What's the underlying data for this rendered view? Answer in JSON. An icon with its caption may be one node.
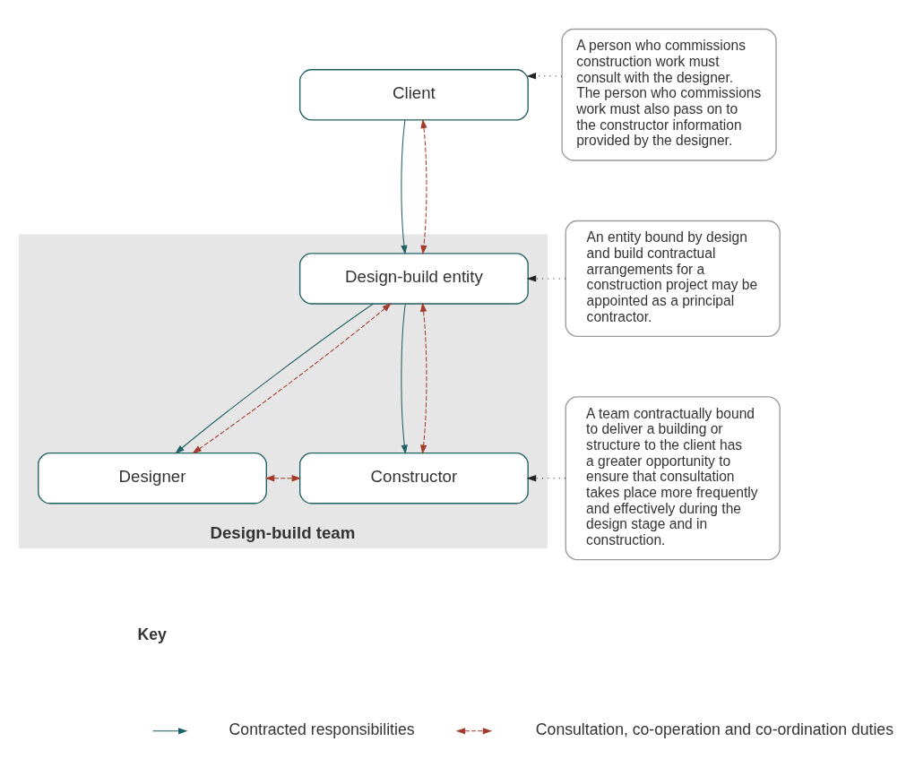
{
  "diagram": {
    "nodes": [
      {
        "text": [
          "Client"
        ]
      },
      {
        "text": [
          "Design-build team"
        ]
      },
      {
        "text": [
          "Design-build entity"
        ],
        "in": 1
      },
      {
        "text": [
          "Designer"
        ],
        "in": 1
      },
      {
        "text": [
          "Constructor"
        ],
        "in": 1
      },
      {
        "text": [
          "A person who commissions construction work must consult with the designer. The person who commissions work must also pass on to the constructor information provided by the designer."
        ]
      },
      {
        "text": [
          "An entity bound by design and build contractual arrangements for a construction project may be appointed as a principal contractor."
        ]
      },
      {
        "text": [
          "A team contractually bound to deliver a building or structure to the client has a greater opportunity to ensure that consultation takes place more frequently and effectively during the design stage and in construction."
        ]
      }
    ],
    "edges": [
      {
        "from": 0,
        "to": 2,
        "arrow": "to",
        "color": "#1f5f63"
      },
      {
        "from": 0,
        "to": 2,
        "arrow": "both",
        "style": "dashed",
        "color": "#a23b2c"
      },
      {
        "from": 2,
        "to": 3,
        "arrow": "to",
        "color": "#1f5f63"
      },
      {
        "from": 2,
        "to": 3,
        "arrow": "both",
        "style": "dashed",
        "color": "#a23b2c"
      },
      {
        "from": 2,
        "to": 4,
        "arrow": "to",
        "color": "#1f5f63"
      },
      {
        "from": 2,
        "to": 4,
        "arrow": "both",
        "style": "dashed",
        "color": "#a23b2c"
      },
      {
        "from": 3,
        "to": 4,
        "arrow": "both",
        "style": "dashed",
        "color": "#a23b2c"
      },
      {
        "from": 5,
        "to": 0,
        "arrow": "to",
        "style": "dashed",
        "color": "#222222"
      },
      {
        "from": 6,
        "to": 2,
        "arrow": "to",
        "style": "dashed",
        "color": "#222222"
      },
      {
        "from": 7,
        "to": 4,
        "arrow": "to",
        "style": "dashed",
        "color": "#222222"
      }
    ],
    "labels": [
      "Key"
    ],
    "legend": [
      {
        "text": "Contracted responsibilities"
      },
      {
        "text": "Consultation, co-operation and co-ordination duties"
      }
    ]
  }
}
